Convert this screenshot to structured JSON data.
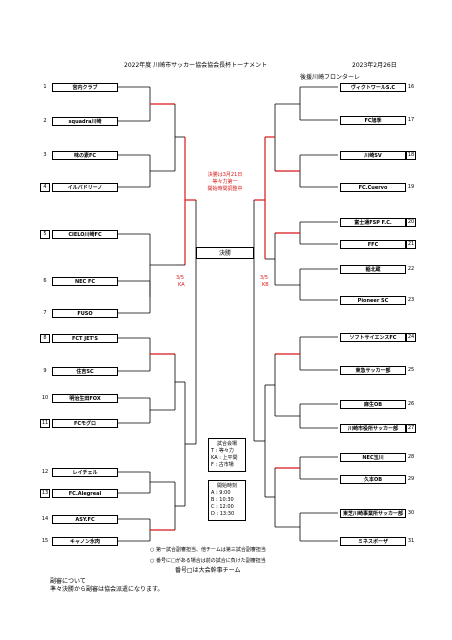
{
  "header": {
    "title": "2022年度 川崎市サッカー協会協会長杯トーナメント",
    "date": "2023年2月26日",
    "seed_label": "後援川崎フロンターレ"
  },
  "teams_left": [
    {
      "num": "1",
      "name": "宮内クラブ",
      "boxed": false
    },
    {
      "num": "2",
      "name": "squadra川崎",
      "boxed": false
    },
    {
      "num": "3",
      "name": "味の素FC",
      "boxed": false
    },
    {
      "num": "4",
      "name": "イルバドリーノ",
      "boxed": true
    },
    {
      "num": "5",
      "name": "CIELO川崎FC",
      "boxed": true
    },
    {
      "num": "6",
      "name": "NEC FC",
      "boxed": false
    },
    {
      "num": "7",
      "name": "FUSO",
      "boxed": false
    },
    {
      "num": "8",
      "name": "FCT JET'S",
      "boxed": true
    },
    {
      "num": "9",
      "name": "住吉SC",
      "boxed": false
    },
    {
      "num": "10",
      "name": "明治生田FOX",
      "boxed": false
    },
    {
      "num": "11",
      "name": "FCモグロ",
      "boxed": true
    },
    {
      "num": "12",
      "name": "レイチェル",
      "boxed": false
    },
    {
      "num": "13",
      "name": "FC.Alegreal",
      "boxed": true
    },
    {
      "num": "14",
      "name": "ASY.FC",
      "boxed": false
    },
    {
      "num": "15",
      "name": "キャノン氷肉",
      "boxed": false
    }
  ],
  "teams_right": [
    {
      "num": "16",
      "name": "ヴィクトワールS.C",
      "boxed": false
    },
    {
      "num": "17",
      "name": "FC旭季",
      "boxed": false
    },
    {
      "num": "18",
      "name": "川崎SV",
      "boxed": true
    },
    {
      "num": "19",
      "name": "FC.Cuervo",
      "boxed": false
    },
    {
      "num": "20",
      "name": "富士通FSP F.C.",
      "boxed": true
    },
    {
      "num": "21",
      "name": "FFC",
      "boxed": true
    },
    {
      "num": "22",
      "name": "稲北蔵",
      "boxed": false
    },
    {
      "num": "23",
      "name": "Pioneer SC",
      "boxed": false
    },
    {
      "num": "24",
      "name": "ソフトサイエンスFC",
      "boxed": true
    },
    {
      "num": "25",
      "name": "東急サッカー部",
      "boxed": false
    },
    {
      "num": "26",
      "name": "麻生OB",
      "boxed": false
    },
    {
      "num": "27",
      "name": "川崎市役所サッカー部",
      "boxed": true
    },
    {
      "num": "28",
      "name": "NEC玉川",
      "boxed": false
    },
    {
      "num": "29",
      "name": "久本OB",
      "boxed": false
    },
    {
      "num": "30",
      "name": "東芝川崎事業所サッカー部",
      "boxed": false
    },
    {
      "num": "31",
      "name": "ミネスボーザ",
      "boxed": false
    }
  ],
  "final": {
    "label": "決勝",
    "note_lines": [
      "決勝は3月21日",
      "等々力第一",
      "開始時間調整中"
    ],
    "left_date": "3/5",
    "left_venue": "KA",
    "right_date": "3/5",
    "right_venue": "KB"
  },
  "venues": {
    "title": "試合会場",
    "lines": [
      "T : 等々力",
      "KA : 上平間",
      "F : 古市場"
    ]
  },
  "times": {
    "title": "開始時刻",
    "lines": [
      "A : 9:00",
      "B : 10:30",
      "C : 12:00",
      "D : 13:30"
    ]
  },
  "legend": {
    "line1": "第一試合副審担当、他チームは第三試合副審担当",
    "line2": "番号に□がある場合は前の試合に負けた副審担当",
    "line3": "番号□は大会幹事チーム"
  },
  "footer": {
    "line1": "副審について",
    "line2": "準々決勝から副審は協会派遣になります。"
  },
  "colors": {
    "win": "#d81818",
    "line": "#000000"
  }
}
